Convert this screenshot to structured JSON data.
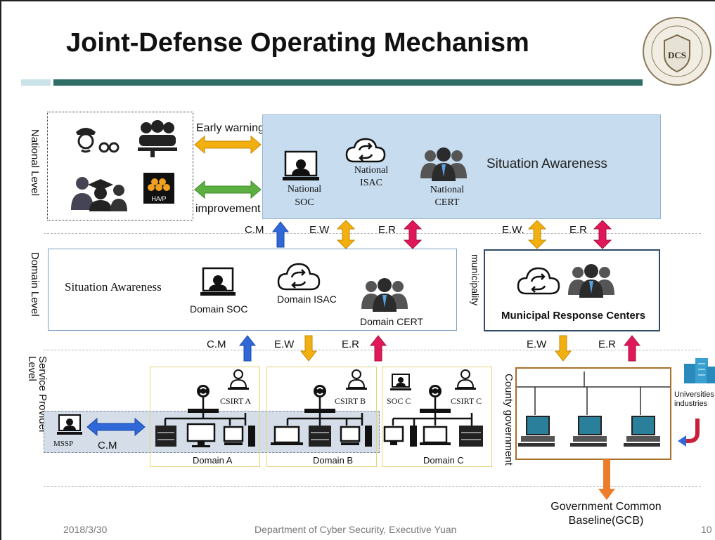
{
  "title": "Joint-Defense Operating Mechanism",
  "logo": {
    "text": "DCS",
    "name": "department-of-cyber-security-seal"
  },
  "levels": {
    "national": "National Level",
    "domain": "Domain Level",
    "service_provider": "Service Provider Level"
  },
  "national": {
    "early_warning": "Early warning",
    "improvement": "improvement",
    "situation_awareness": "Situation Awareness",
    "soc": "National SOC",
    "soc_line1": "National",
    "soc_line2": "SOC",
    "isac_line1": "National",
    "isac_line2": "ISAC",
    "cert_line1": "National",
    "cert_line2": "CERT",
    "hap_badge": "HA/P"
  },
  "arrows_national_domain": {
    "cm": "C.M",
    "ew": "E.W",
    "er": "E.R"
  },
  "arrows_national_municipal": {
    "ew": "E.W.",
    "er": "E.R"
  },
  "domain": {
    "situation_awareness": "Situation Awareness",
    "soc": "Domain SOC",
    "isac": "Domain ISAC",
    "cert": "Domain CERT"
  },
  "municipality": {
    "label": "municipality",
    "centers": "Municipal Response Centers"
  },
  "arrows_domain_service": {
    "cm": "C.M",
    "ew": "E.W",
    "er": "E.R"
  },
  "arrows_municipal_county": {
    "ew": "E.W",
    "er": "E.R"
  },
  "service": {
    "mssp": "MSSP",
    "cm": "C.M",
    "csirt_a": "CSIRT  A",
    "csirt_b": "CSIRT  B",
    "csirt_c": "CSIRT  C",
    "soc_c": "SOC C",
    "domain_a": "Domain A",
    "domain_b": "Domain B",
    "domain_c": "Domain C"
  },
  "county": {
    "label": "County government",
    "universities_line1": "Universities",
    "universities_line2": "industries"
  },
  "gcb": {
    "line1": "Government Common",
    "line2": "Baseline(GCB)"
  },
  "footer": {
    "date": "2018/3/30",
    "org": "Department  of  Cyber Security,  Executive Yuan",
    "page": "10"
  },
  "colors": {
    "accent_green": "#2e6e66",
    "accent_light": "#c9e3e8",
    "early_warning_arrow": "#f2b010",
    "improvement_arrow": "#5cb042",
    "cm_arrow": "#3068d8",
    "er_arrow": "#e0185a",
    "national_panel": "#c7dcef",
    "gcb_arrow": "#ee7d2b"
  }
}
